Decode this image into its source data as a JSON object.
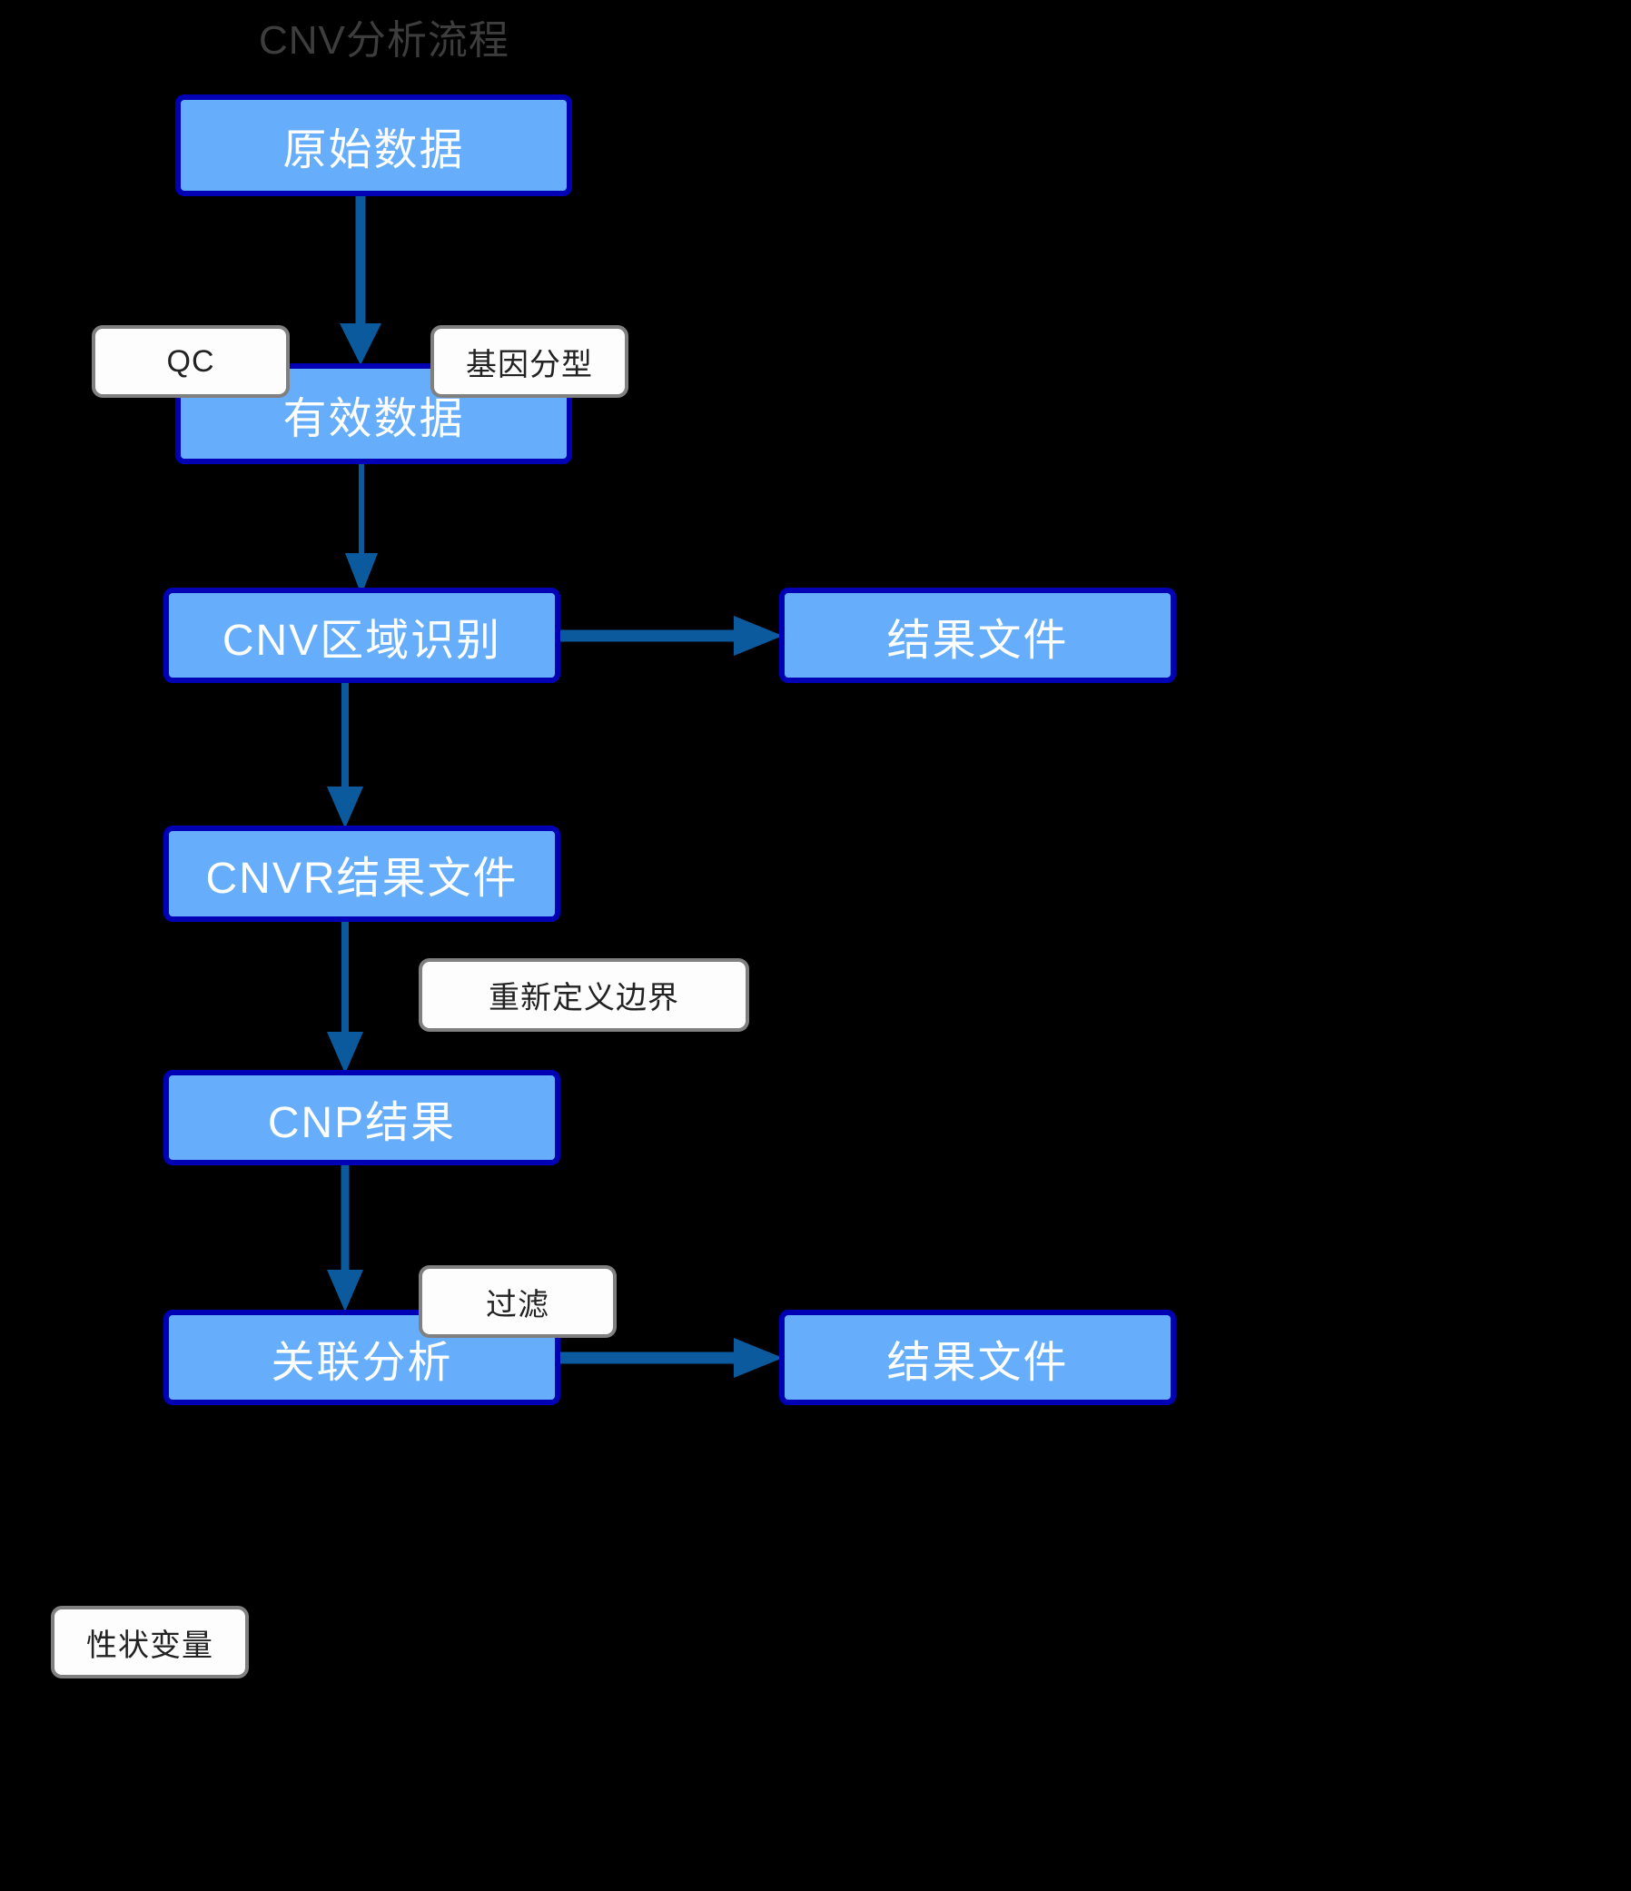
{
  "title": "CNV分析流程",
  "colors": {
    "background": "#000000",
    "node_fill": "#66aefc",
    "node_border": "#0000b5",
    "node_text": "#ffffff",
    "label_fill": "#fdfdfd",
    "label_border": "#808080",
    "label_text": "#222222",
    "arrow": "#0b5a9e",
    "title_text": "#3d3d3d"
  },
  "nodes": [
    {
      "id": "raw-data",
      "label": "原始数据"
    },
    {
      "id": "valid-data",
      "label": "有效数据"
    },
    {
      "id": "cnv-region",
      "label": "CNV区域识别"
    },
    {
      "id": "result-file-1",
      "label": "结果文件"
    },
    {
      "id": "cnvr-file",
      "label": "CNVR结果文件"
    },
    {
      "id": "cnp-result",
      "label": "CNP结果"
    },
    {
      "id": "assoc",
      "label": "关联分析"
    },
    {
      "id": "result-file-2",
      "label": "结果文件"
    }
  ],
  "edge_labels": [
    {
      "id": "qc",
      "label": "QC"
    },
    {
      "id": "genotyping",
      "label": "基因分型"
    },
    {
      "id": "redefine",
      "label": "重新定义边界"
    },
    {
      "id": "filter",
      "label": "过滤"
    },
    {
      "id": "trait-var",
      "label": "性状变量"
    }
  ],
  "edges": [
    {
      "from": "raw-data",
      "to": "valid-data",
      "labels": [
        "QC",
        "基因分型"
      ]
    },
    {
      "from": "valid-data",
      "to": "cnv-region",
      "labels": []
    },
    {
      "from": "cnv-region",
      "to": "result-file-1",
      "labels": []
    },
    {
      "from": "cnv-region",
      "to": "cnvr-file",
      "labels": [
        "重新定义边界"
      ]
    },
    {
      "from": "cnvr-file",
      "to": "cnp-result",
      "labels": [
        "过滤"
      ]
    },
    {
      "from": "cnp-result",
      "to": "assoc",
      "labels": [
        "性状变量"
      ]
    },
    {
      "from": "assoc",
      "to": "result-file-2",
      "labels": []
    }
  ]
}
